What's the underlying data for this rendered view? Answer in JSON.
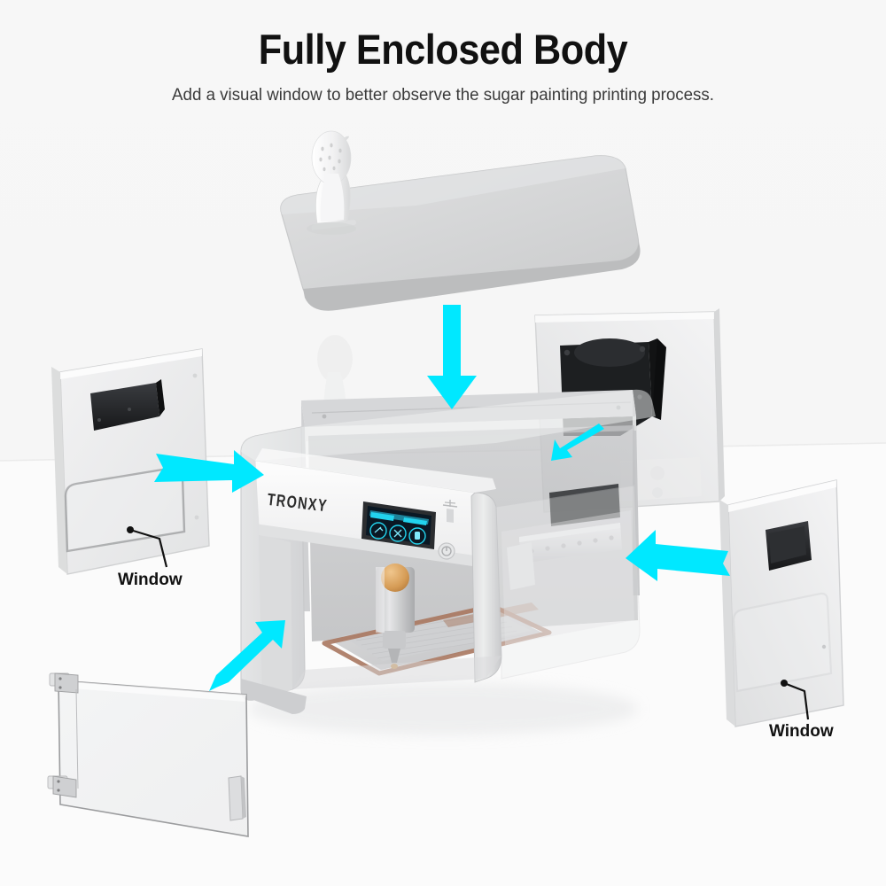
{
  "header": {
    "title": "Fully Enclosed Body",
    "subtitle": "Add a visual window to better observe the sugar painting printing process."
  },
  "product": {
    "brand": "TRONXY",
    "type": "sugar-painting-3d-printer",
    "body_color": "#e9e9ea",
    "frame_color": "#cfd0d1"
  },
  "callouts": [
    {
      "id": "window-left",
      "label": "Window",
      "side": "left"
    },
    {
      "id": "window-right",
      "label": "Window",
      "side": "right"
    }
  ],
  "arrows": {
    "color": "#00e8ff",
    "items": [
      {
        "id": "arrow-top-lid",
        "direction": "down"
      },
      {
        "id": "arrow-left-panel",
        "direction": "right"
      },
      {
        "id": "arrow-right-panel",
        "direction": "left"
      },
      {
        "id": "arrow-front-door",
        "direction": "up-right"
      },
      {
        "id": "arrow-back-panel",
        "direction": "down-left"
      }
    ]
  },
  "exploded_parts": [
    {
      "id": "top-lid",
      "label": "Top lid with printed sugar sculpture"
    },
    {
      "id": "back-panel",
      "label": "Rear panel with fan module"
    },
    {
      "id": "left-panel",
      "label": "Left side panel with window"
    },
    {
      "id": "right-panel",
      "label": "Right side panel with window"
    },
    {
      "id": "front-door",
      "label": "Transparent front door"
    },
    {
      "id": "main-body",
      "label": "Main printer body"
    }
  ],
  "screen": {
    "background": "#0a1824",
    "accent": "#22d3ee",
    "icons": [
      "print-icon",
      "tools-icon",
      "filament-icon"
    ]
  },
  "colors": {
    "background": "#f7f7f7",
    "floor": "#fbfbfb",
    "accent_cyan": "#00e8ff",
    "dark_part": "#26282b",
    "sugar_amber": "#d9a05a",
    "bed_copper": "#a8775f"
  }
}
